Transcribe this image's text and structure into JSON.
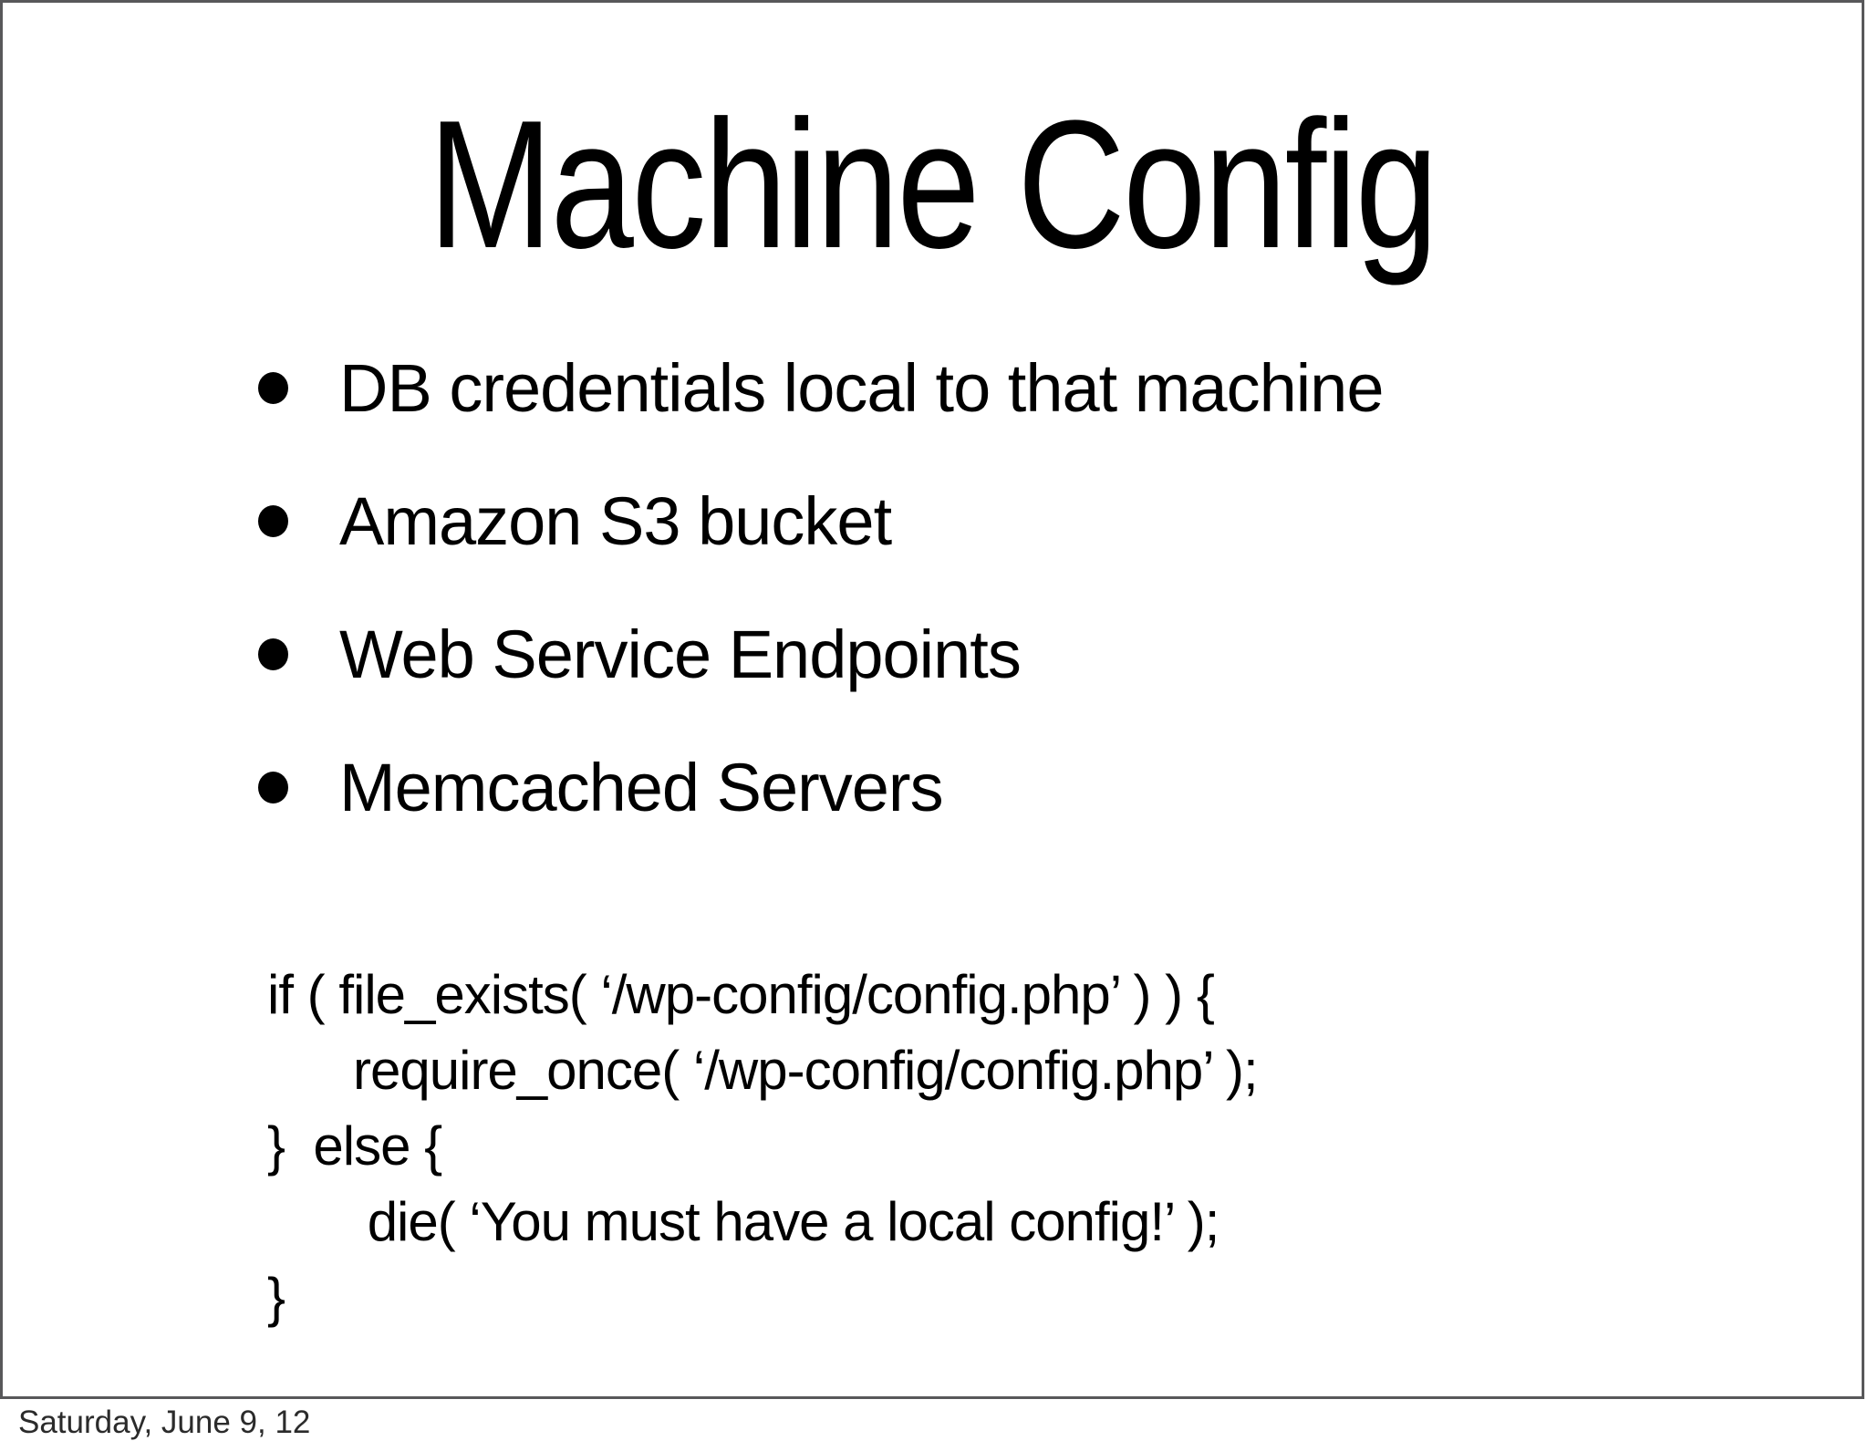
{
  "slide": {
    "title": "Machine Config",
    "bullets": [
      "DB credentials local to that machine",
      "Amazon S3 bucket",
      "Web Service Endpoints",
      "Memcached Servers"
    ],
    "code": {
      "lines": [
        "if ( file_exists( ‘/wp-config/config.php’ ) ) {",
        "      require_once( ‘/wp-config/config.php’ );",
        "}  else {",
        "       die( ‘You must have a local config!’ );",
        "}"
      ]
    },
    "footer": {
      "date_label": "Saturday, June 9, 12"
    },
    "colors": {
      "background": "#ffffff",
      "text": "#000000",
      "border": "#58585a"
    }
  }
}
